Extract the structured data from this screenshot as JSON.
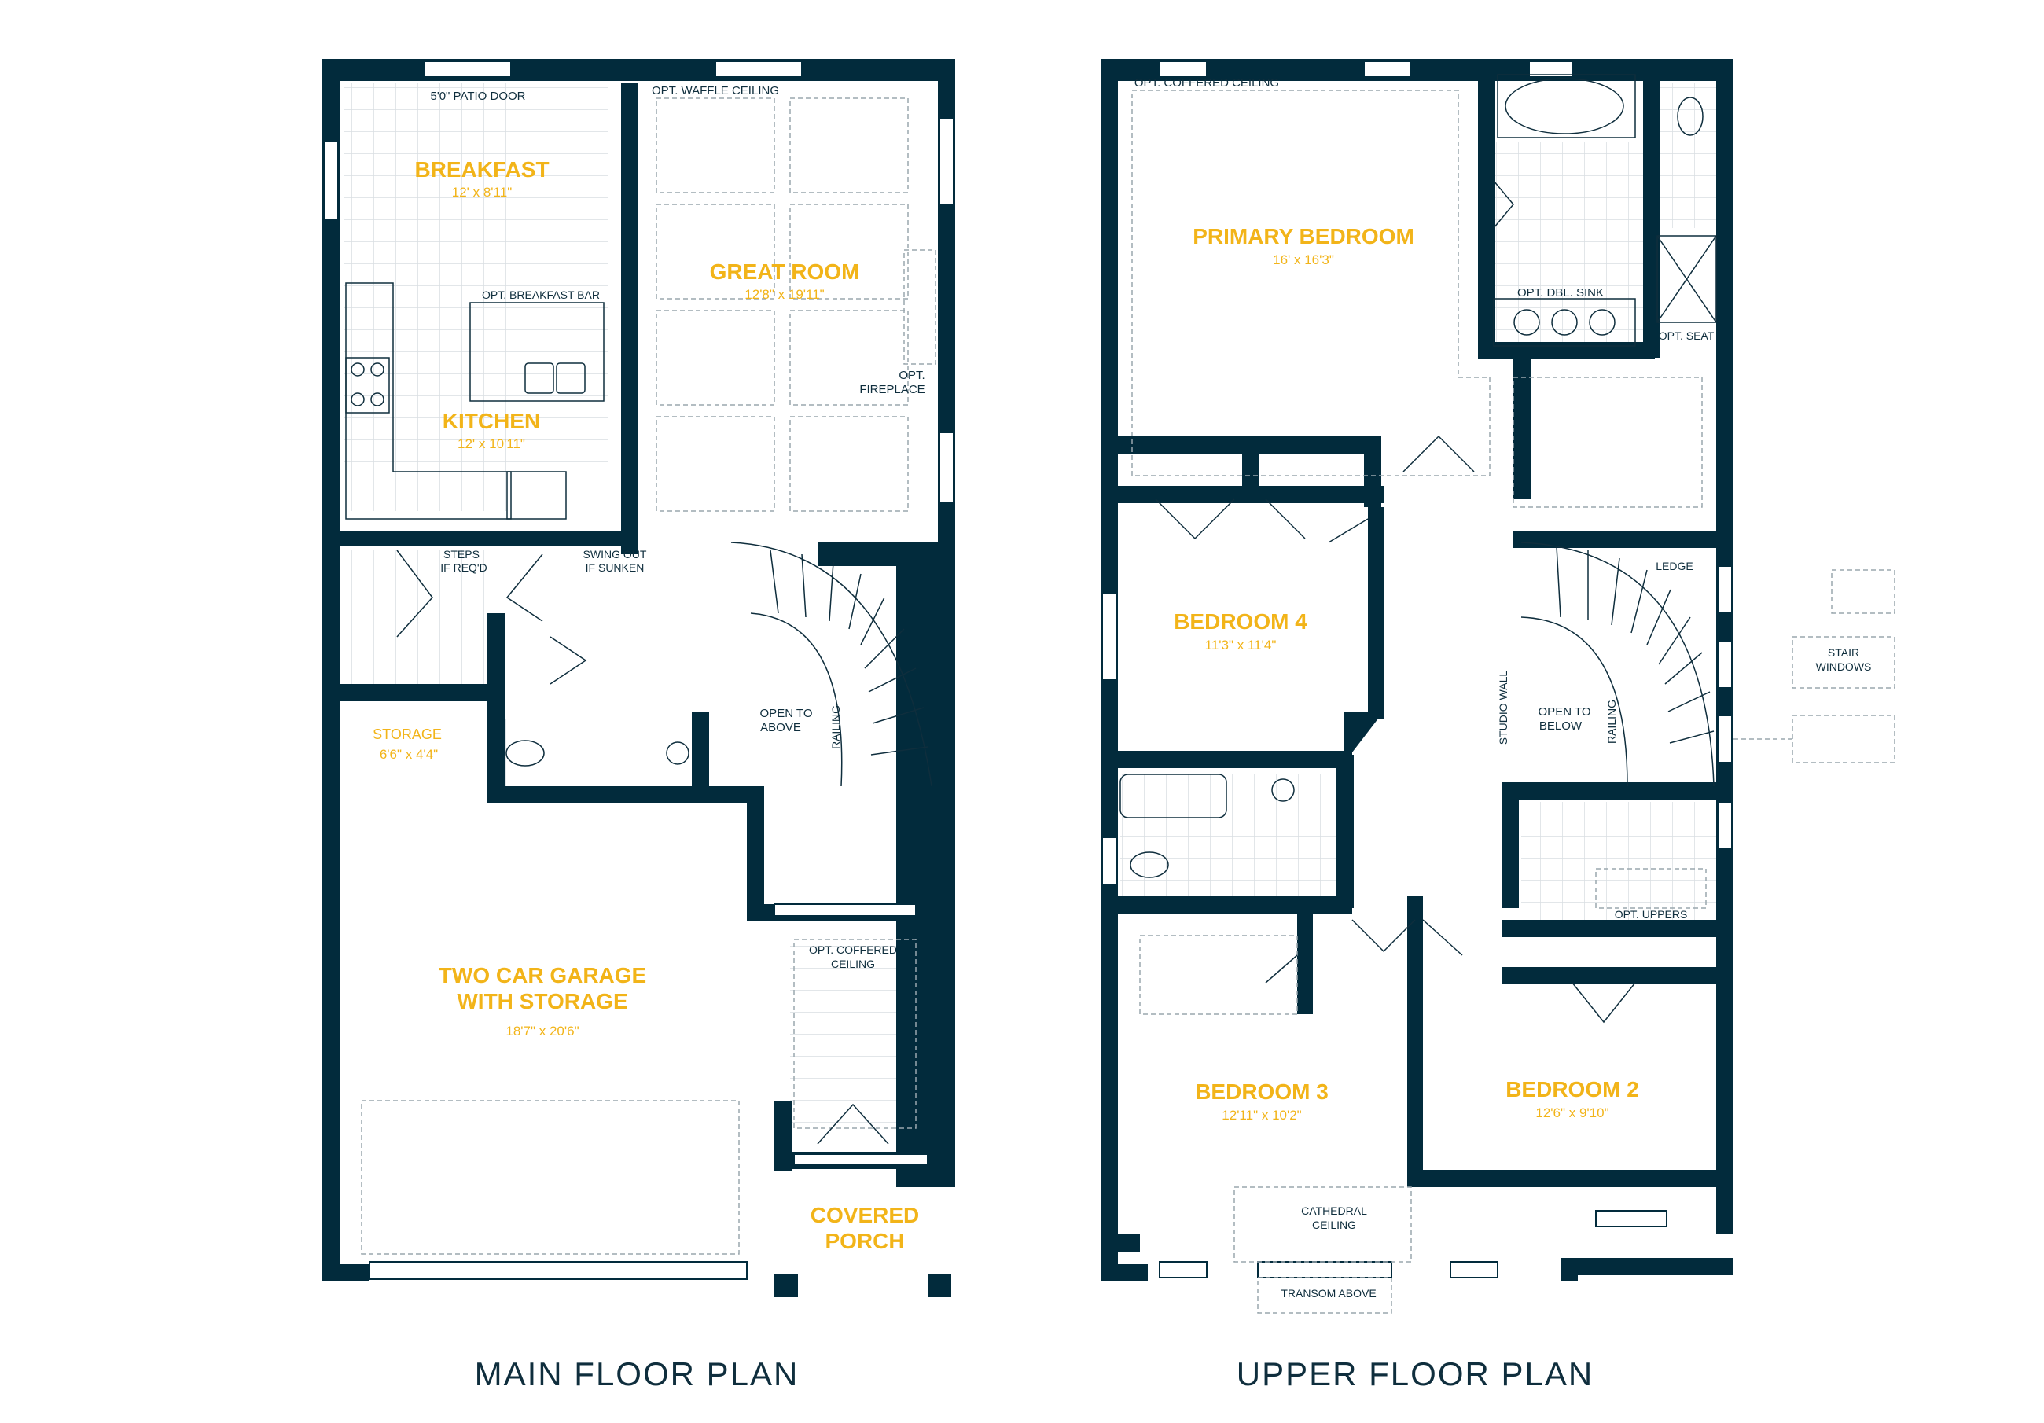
{
  "colors": {
    "wall": "#022b3c",
    "label": "#f2b419",
    "note": "#0f2e3d",
    "tile": "#d9dee2",
    "dash": "#9aa7ae"
  },
  "main_floor": {
    "title": "MAIN FLOOR PLAN",
    "rooms": {
      "breakfast": {
        "name": "BREAKFAST",
        "dim": "12' x 8'11\""
      },
      "great_room": {
        "name": "GREAT ROOM",
        "dim": "12'8\" x 19'11\""
      },
      "kitchen": {
        "name": "KITCHEN",
        "dim": "12' x 10'11\""
      },
      "storage": {
        "name": "STORAGE",
        "dim": "6'6\" x 4'4\""
      },
      "garage": {
        "name_line1": "TWO CAR GARAGE",
        "name_line2": "WITH STORAGE",
        "dim": "18'7\" x 20'6\""
      },
      "porch": {
        "name_line1": "COVERED",
        "name_line2": "PORCH"
      }
    },
    "notes": {
      "patio_door": "5'0\" PATIO DOOR",
      "waffle_ceiling": "OPT. WAFFLE CEILING",
      "breakfast_bar": "OPT. BREAKFAST BAR",
      "fireplace_1": "OPT.",
      "fireplace_2": "FIREPLACE",
      "steps_1": "STEPS",
      "steps_2": "IF REQ'D",
      "swing_1": "SWING OUT",
      "swing_2": "IF SUNKEN",
      "open_1": "OPEN TO",
      "open_2": "ABOVE",
      "railing": "RAILING",
      "coffered_1": "OPT. COFFERED",
      "coffered_2": "CEILING"
    }
  },
  "upper_floor": {
    "title": "UPPER FLOOR PLAN",
    "rooms": {
      "primary": {
        "name": "PRIMARY BEDROOM",
        "dim": "16' x 16'3\""
      },
      "bedroom4": {
        "name": "BEDROOM 4",
        "dim": "11'3\" x 11'4\""
      },
      "bedroom3": {
        "name": "BEDROOM 3",
        "dim": "12'11\" x 10'2\""
      },
      "bedroom2": {
        "name": "BEDROOM 2",
        "dim": "12'6\" x 9'10\""
      }
    },
    "notes": {
      "coffered": "OPT. COFFERED CEILING",
      "dbl_sink": "OPT. DBL. SINK",
      "seat": "OPT. SEAT",
      "ledge": "LEDGE",
      "stair_1": "STAIR",
      "stair_2": "WINDOWS",
      "studio_wall": "STUDIO WALL",
      "open_1": "OPEN TO",
      "open_2": "BELOW",
      "railing": "RAILING",
      "uppers": "OPT. UPPERS",
      "cathedral_1": "CATHEDRAL",
      "cathedral_2": "CEILING",
      "transom": "TRANSOM ABOVE"
    }
  }
}
